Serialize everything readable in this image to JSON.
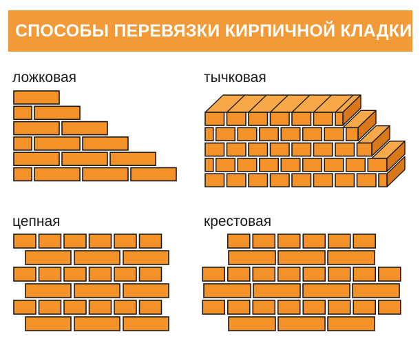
{
  "title": "СПОСОБЫ ПЕРЕВЯЗКИ КИРПИЧНОЙ КЛАДКИ",
  "colors": {
    "banner": "#f29a37",
    "brick_face": "#f4922a",
    "brick_top": "#f7a848",
    "brick_side": "#d9781b",
    "outline": "#1a1a1a"
  },
  "patterns": [
    {
      "id": "lozhkovaya",
      "label": "ложковая"
    },
    {
      "id": "tychkovaya",
      "label": "тычковая"
    },
    {
      "id": "tsepnaya",
      "label": "цепная"
    },
    {
      "id": "krestovaya",
      "label": "крестовая"
    }
  ]
}
